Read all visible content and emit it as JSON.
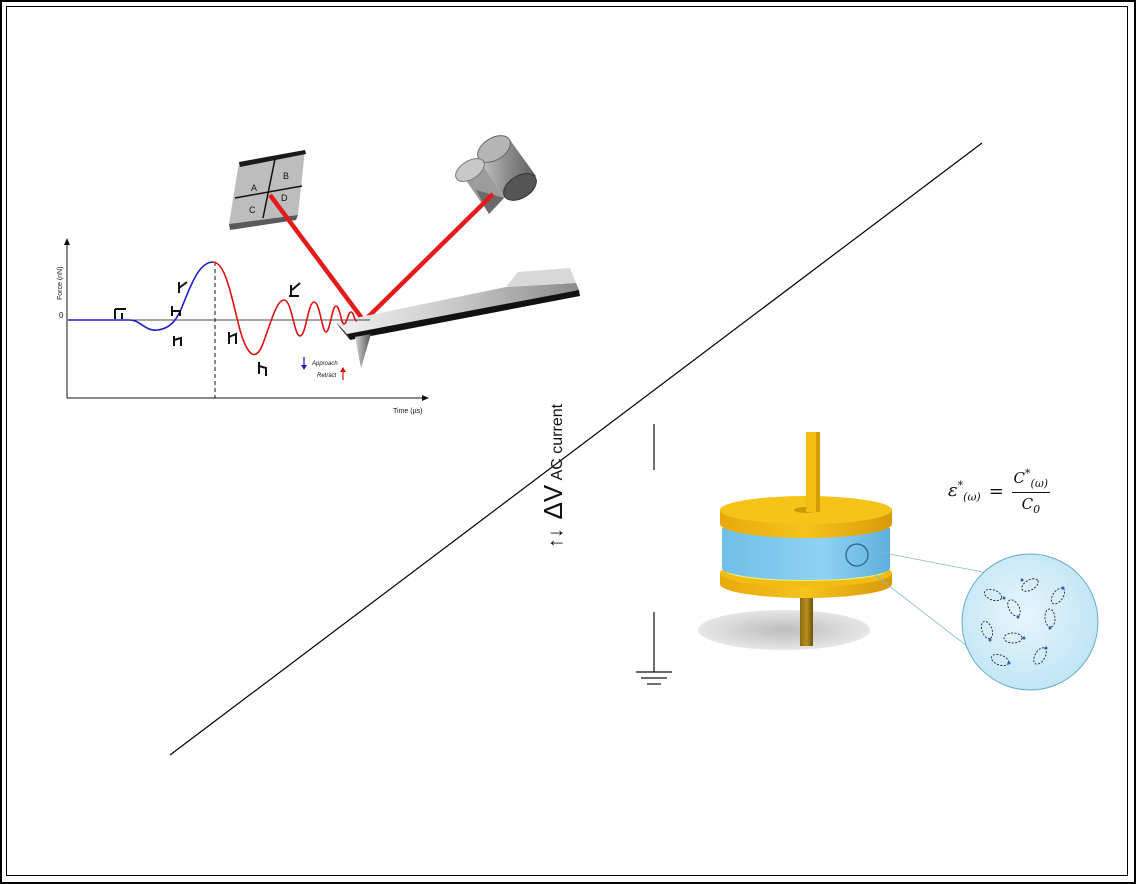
{
  "afm": {
    "detector_labels": [
      "A",
      "B",
      "C",
      "D"
    ],
    "y_axis_label": "Force (nN)",
    "x_axis_label": "Time (µs)",
    "zero_label": "0",
    "legend_approach": "Approach",
    "legend_retract": "Retract",
    "approach_color": "#1c1cc8",
    "retract_color": "#e01010",
    "laser_color": "#e51b1b"
  },
  "dielectric": {
    "voltage_label": "ΔV",
    "voltage_sub": "AC current",
    "arrows": "↑↓",
    "equation": {
      "lhs": "ε",
      "lhs_sup": "*",
      "lhs_sub": "(ω)",
      "equals": "=",
      "num": "C",
      "num_sup": "*",
      "num_sub": "(ω)",
      "den": "C",
      "den_sub": "0"
    },
    "electrode_color": "#f2bc12",
    "medium_color": "#7ec8ee"
  }
}
